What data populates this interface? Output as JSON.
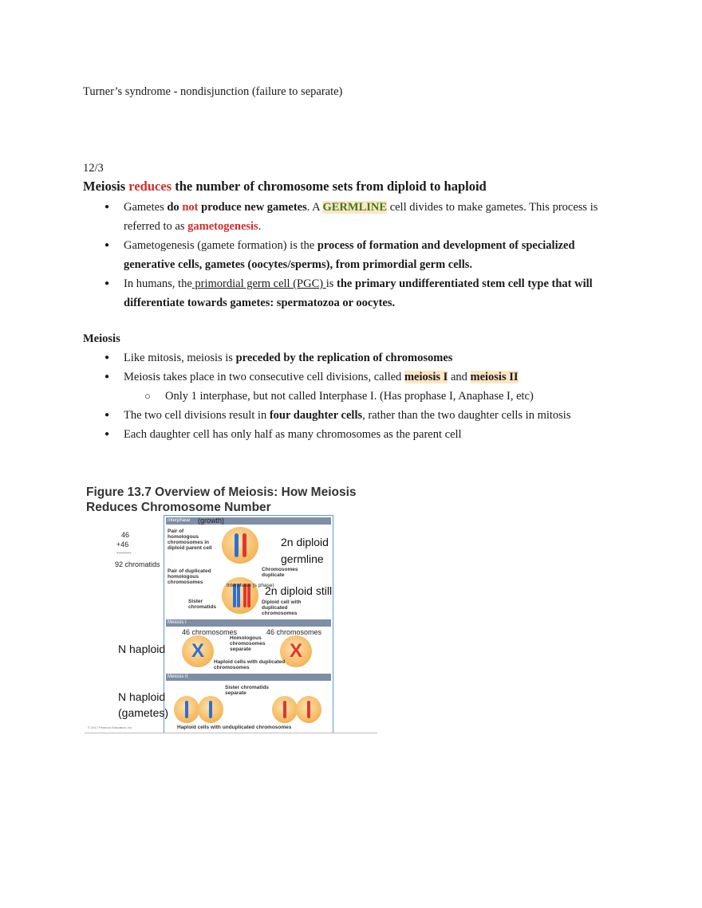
{
  "line1": "Turner’s syndrome - nondisjunction (failure to separate)",
  "date": "12/3",
  "heading": {
    "pre": "Meiosis ",
    "red": "reduces",
    "post": " the number of chromosome sets from diploid to haploid"
  },
  "b1": {
    "t1": "Gametes ",
    "t2": "do ",
    "t3": "not",
    "t4": " produce new gametes",
    "t5": ". A ",
    "t6": "GERMLINE",
    "t7": " cell divides to make gametes. This process is",
    "t8": "referred to as ",
    "t9": "gametogenesis",
    "t10": "."
  },
  "b2": {
    "t1": "Gametogenesis (gamete formation) is the ",
    "t2": "process of formation and development of specialized",
    "t3": "generative cells, gametes (oocytes/sperms), from primordial germ cells."
  },
  "b3": {
    "t1": "In humans, the",
    "t2": " primordial germ cell (PGC) ",
    "t3": "is ",
    "t4": "the primary undifferentiated stem cell type that will",
    "t5": "differentiate towards gametes: spermatozoa or oocytes."
  },
  "meiosis_heading": "Meiosis",
  "m1": {
    "t1": "Like mitosis, meiosis is ",
    "t2": "preceded by the replication of chromosomes"
  },
  "m2": {
    "t1": "Meiosis takes place in two consecutive cell divisions, called ",
    "t2": "meiosis I",
    "t3": " and ",
    "t4": "meiosis II"
  },
  "m2sub": "Only 1 interphase, but not called Interphase I. (Has prophase I, Anaphase I, etc)",
  "m3": {
    "t1": "The two cell divisions result in ",
    "t2": "four daughter cells",
    "t3": ", rather than the two daughter cells in mitosis"
  },
  "m4": "Each daughter cell has only half as many chromosomes as the parent cell",
  "figure": {
    "title1": "Figure 13.7 Overview of Meiosis: How Meiosis",
    "title2": "Reduces Chromosome Number",
    "bar_interphase": "Interphase",
    "growth": "(growth)",
    "bar_meiosis1": "Meiosis I",
    "bar_meiosis2": "Meiosis II",
    "pair_homologous": "Pair of homologous chromosomes in diploid parent cell",
    "pair_duplicated": "Pair of duplicated homologous chromosomes",
    "chromosomes_duplicate": "Chromosomes duplicate",
    "interphase_s": "Interphase (s phase)",
    "sister_chromatids": "Sister chromatids",
    "diploid_duplicated": "Diploid cell with duplicated chromosomes",
    "homologous_separate": "Homologous chromosomes separate",
    "haploid_duplicated": "Haploid cells with duplicated chromosomes",
    "sister_separate": "Sister chromatids separate",
    "haploid_unduplicated": "Haploid cells with unduplicated chromosomes",
    "copyright": "© 2017 Pearson Education, Inc.",
    "ann_46a": "46",
    "ann_46b": "+46",
    "ann_dash": "--------",
    "ann_92": "92 chromatids",
    "ann_2n_germline_1": "2n diploid",
    "ann_2n_germline_2": "germline",
    "ann_2n_still": "2n  diploid still",
    "ann_46_left": "46 chromosomes",
    "ann_46_right": "46 chromosomes",
    "ann_n_haploid": "N haploid",
    "ann_n_gametes_1": "N haploid",
    "ann_n_gametes_2": "(gametes)"
  }
}
